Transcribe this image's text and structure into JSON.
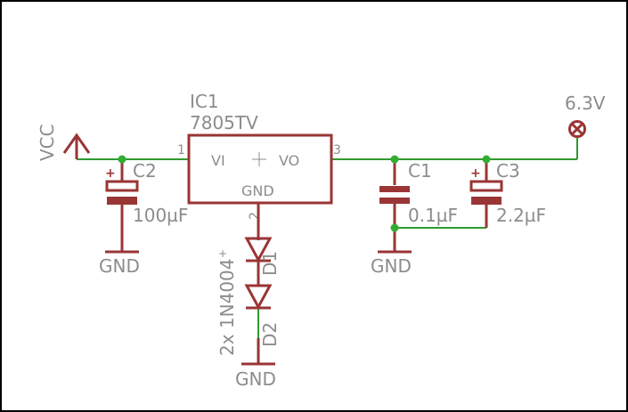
{
  "ic": {
    "name": "IC1",
    "part": "7805TV",
    "pin_vi": "VI",
    "pin_vo": "VO",
    "pin_gnd": "GND",
    "pin1": "1",
    "pin2": "2",
    "pin3": "3"
  },
  "vcc": {
    "label": "VCC"
  },
  "output": {
    "label": "6.3V"
  },
  "c2": {
    "name": "C2",
    "value": "100µF",
    "polarity": "+"
  },
  "c1": {
    "name": "C1",
    "value": "0.1µF"
  },
  "c3": {
    "name": "C3",
    "value": "2.2µF",
    "polarity": "+"
  },
  "d1": {
    "name": "D1",
    "mark": "+"
  },
  "d2": {
    "name": "D2"
  },
  "diodes": {
    "value": "2x 1N4004"
  },
  "gnd": {
    "label": "GND"
  },
  "colors": {
    "wire": "#2f9a2f",
    "part": "#9a3535",
    "junction": "#2fae2f",
    "text": "#8c8c8c",
    "border": "#000000"
  }
}
